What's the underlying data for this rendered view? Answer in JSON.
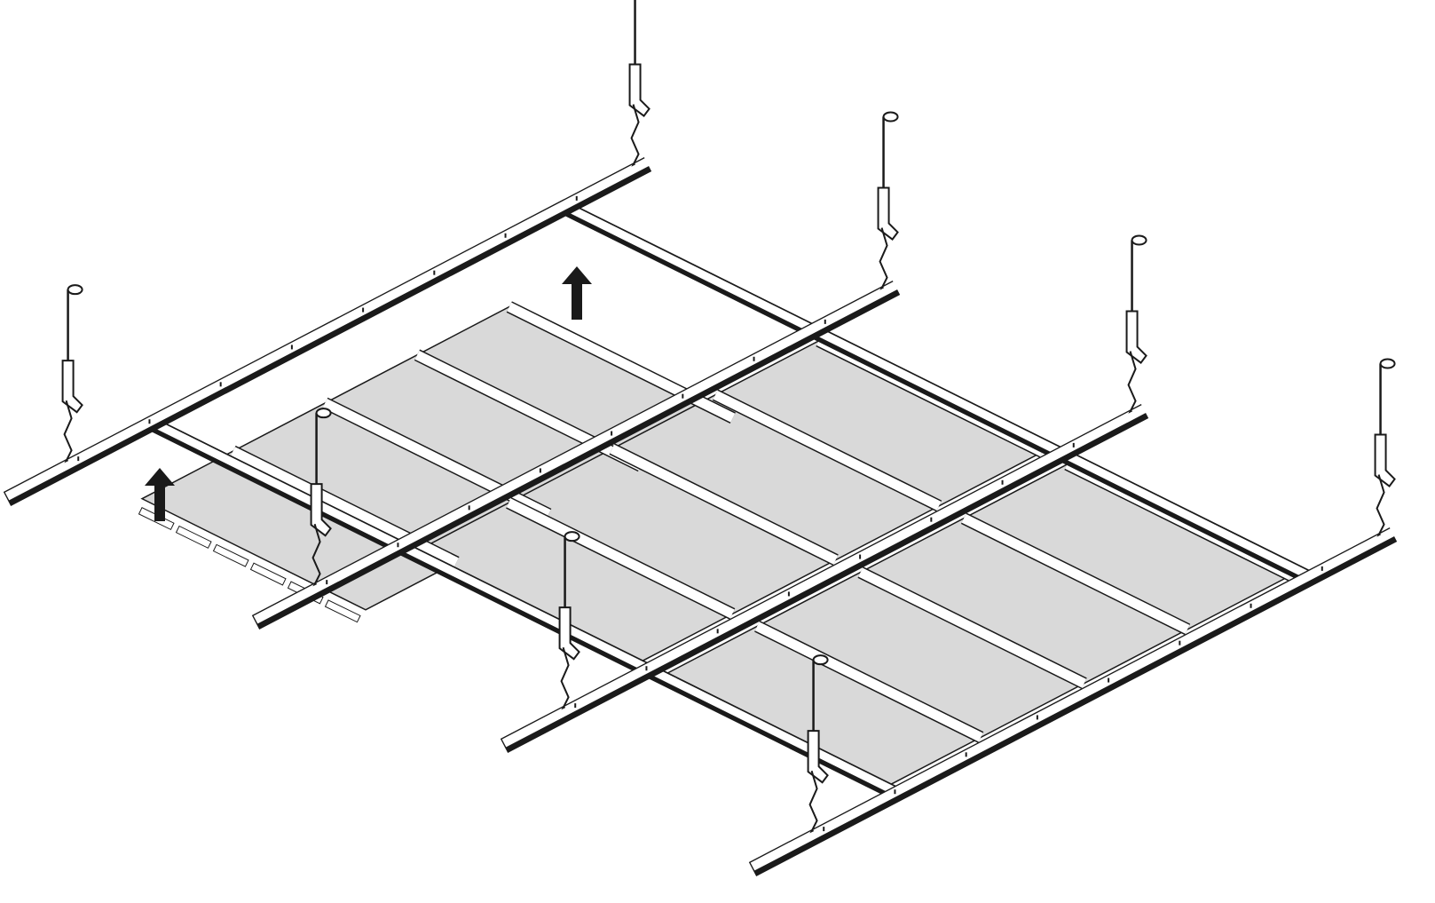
{
  "diagram": {
    "colors": {
      "line": "#1a1a1a",
      "panel_fill": "#d9d9d9",
      "rail_fill": "#ffffff",
      "arrow": "#1a1a1a"
    },
    "counts": {
      "main_runners": 4,
      "hangers": 8,
      "install_arrows": 2
    }
  }
}
